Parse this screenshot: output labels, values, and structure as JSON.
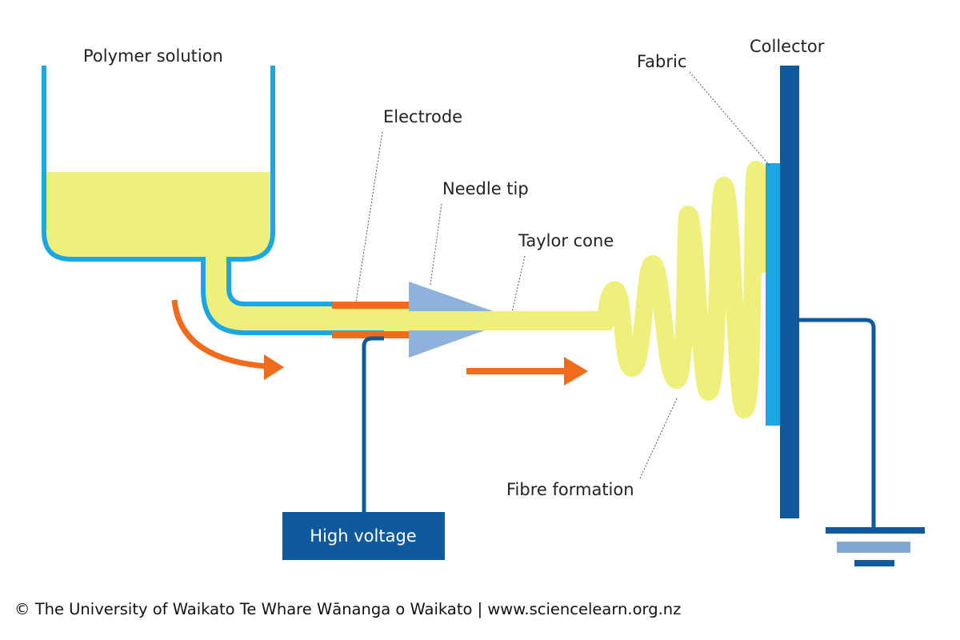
{
  "diagram": {
    "labels": {
      "polymer_solution": "Polymer solution",
      "electrode": "Electrode",
      "needle_tip": "Needle tip",
      "taylor_cone": "Taylor cone",
      "fabric": "Fabric",
      "collector": "Collector",
      "fibre_formation": "Fibre formation",
      "high_voltage": "High voltage"
    },
    "credit": "© The University of Waikato Te Whare Wānanga o Waikato | www.sciencelearn.org.nz",
    "colors": {
      "container_outline": "#1aa7e4",
      "polymer_fill": "#eef07b",
      "electrode": "#f26b1d",
      "needle_cone": "#8eb1de",
      "collector": "#0f5a9c",
      "fabric": "#1aa7e4",
      "wire": "#0f5a9c",
      "high_voltage_box": "#0f5a9c",
      "flow_arrow": "#f26b1d",
      "ground_middle": "#7fa7d2"
    },
    "icons": {
      "flow_arrows": "arrow-right",
      "ground": "ground-symbol"
    }
  }
}
